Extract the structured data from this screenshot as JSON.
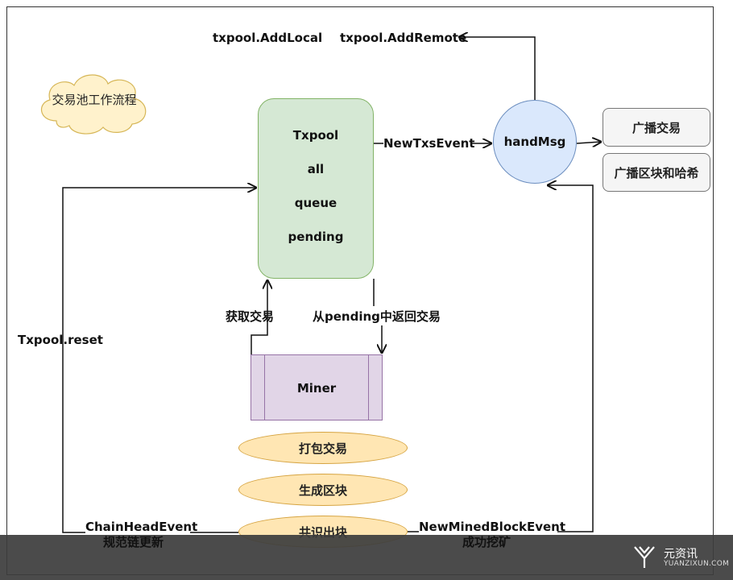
{
  "top_labels": {
    "add_local": "txpool.AddLocal",
    "add_remote": "txpool.AddRemote"
  },
  "cloud": {
    "label": "交易池工作流程"
  },
  "txpool": {
    "lines": [
      "Txpool",
      "all",
      "queue",
      "pending"
    ]
  },
  "new_txs_event": "NewTxsEvent",
  "handmsg": {
    "label": "handMsg"
  },
  "broadcast": {
    "tx": "广播交易",
    "block_hash": "广播区块和哈希"
  },
  "fetch_tx": "获取交易",
  "return_tx": "从pending中返回交易",
  "txpool_reset": "Txpool.reset",
  "miner": {
    "label": "Miner"
  },
  "steps": [
    "打包交易",
    "生成区块",
    "共识出块"
  ],
  "chain_head_event": "ChainHeadEvent",
  "chain_update": "规范链更新",
  "new_mined_block_event": "NewMinedBlockEvent",
  "mining_success": "成功挖矿",
  "watermark": {
    "cn": "元资讯",
    "en": "YUANZIXUN.COM"
  }
}
